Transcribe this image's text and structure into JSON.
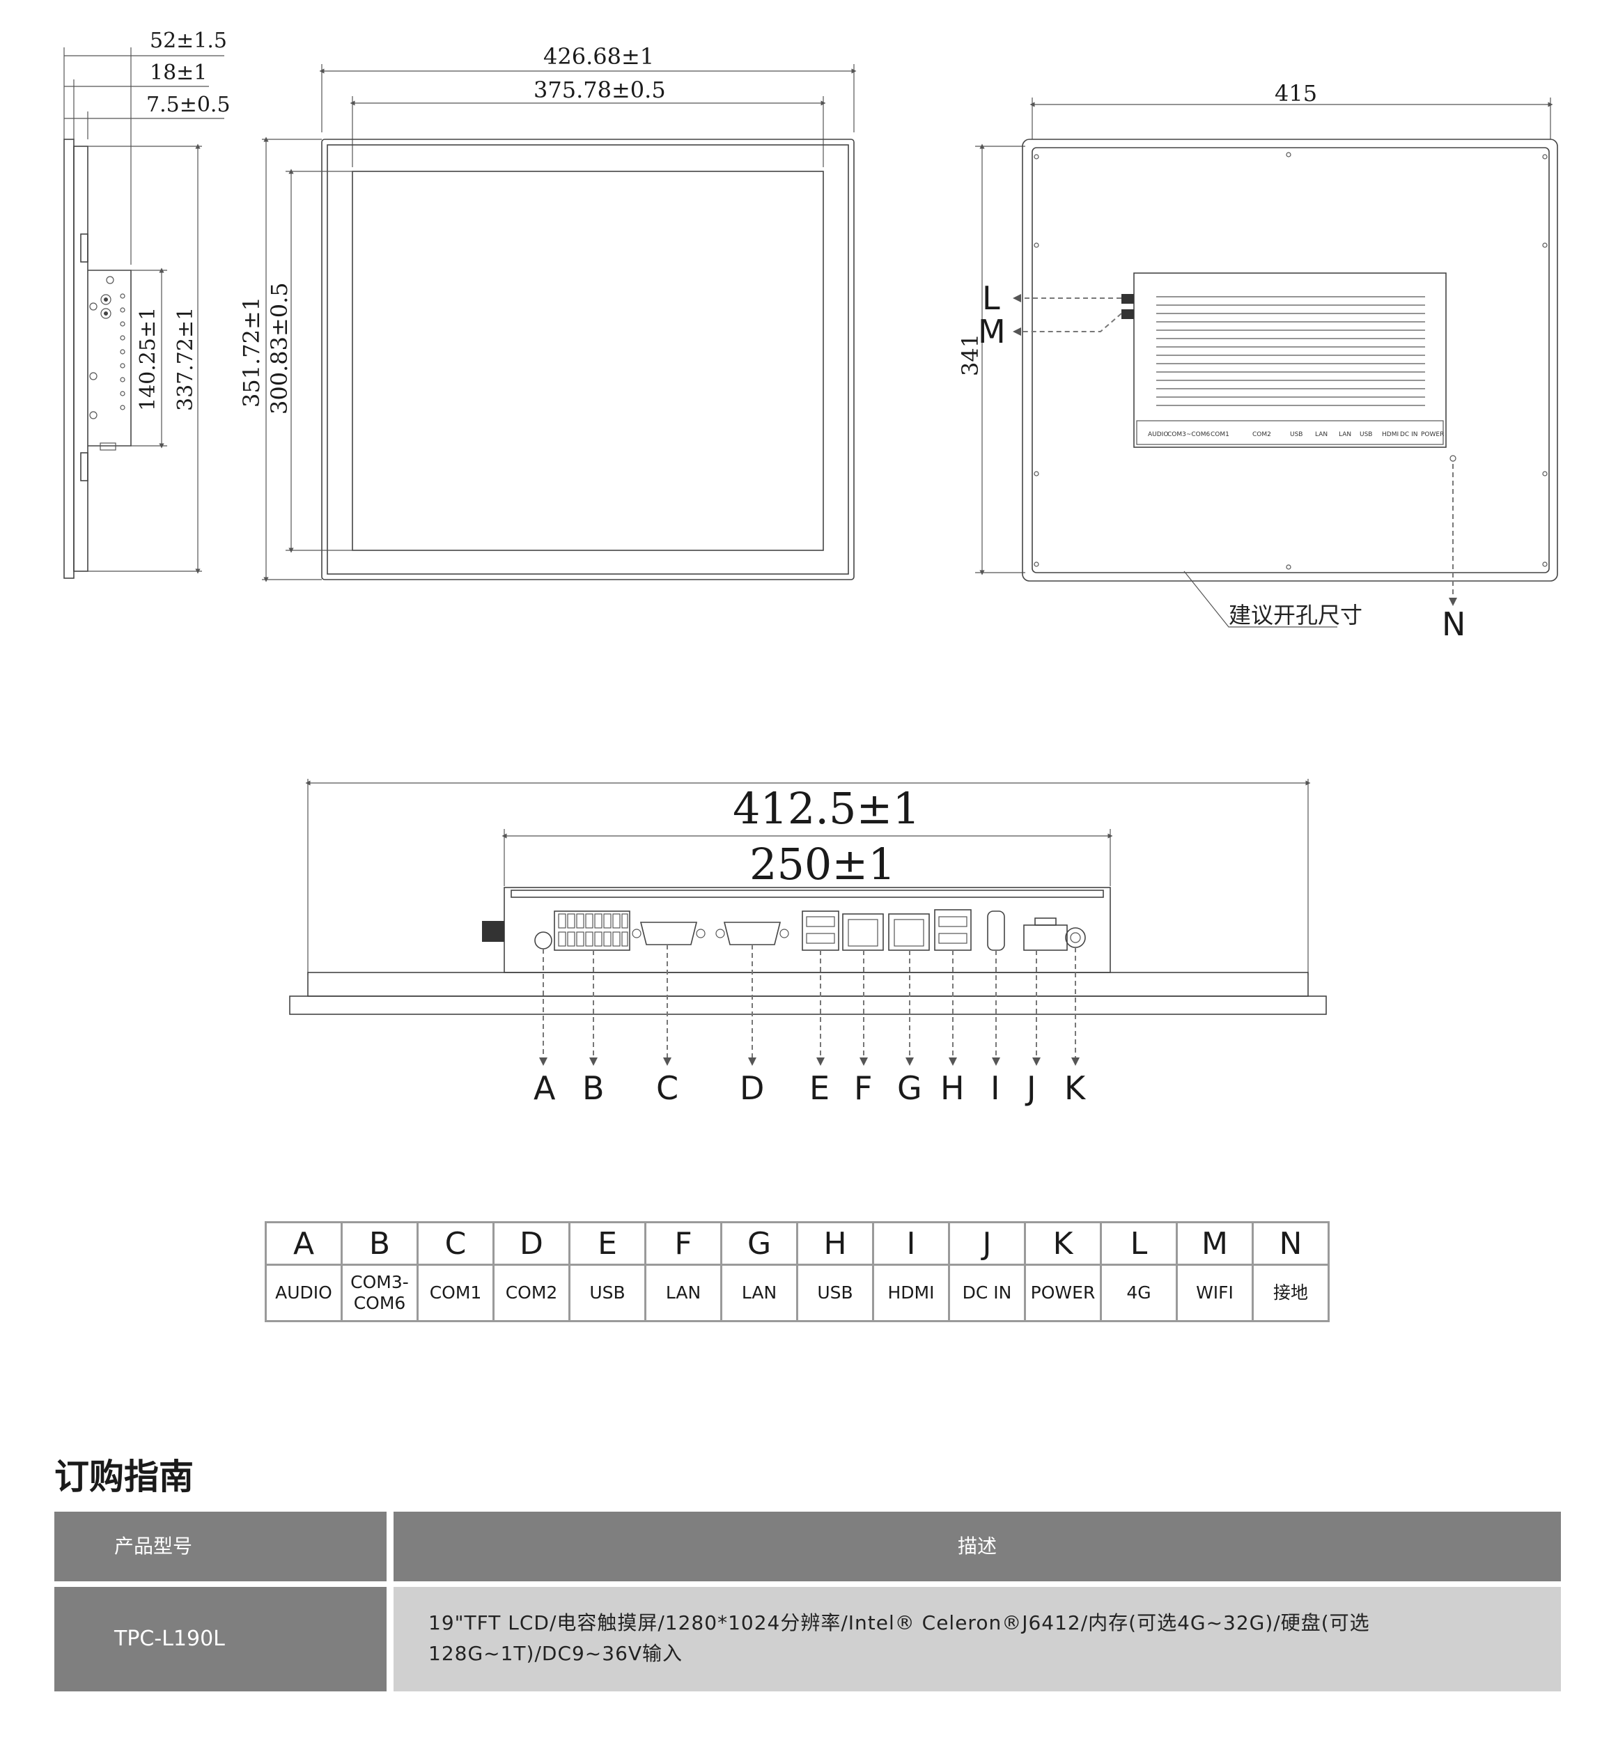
{
  "dims": {
    "side_depth": "52±1.5",
    "side_mid": "18±1",
    "side_front": "7.5±0.5",
    "side_h1": "140.25±1",
    "side_h2": "337.72±1",
    "front_w_outer": "426.68±1",
    "front_w_inner": "375.78±0.5",
    "front_h_outer": "351.72±1",
    "front_h_inner": "300.83±0.5",
    "back_w": "415",
    "back_h": "341",
    "cutout_note": "建议开孔尺寸",
    "bottom_w_outer": "412.5±1",
    "bottom_w_inner": "250±1"
  },
  "back_labels": {
    "l": "L",
    "m": "M",
    "n": "N",
    "ports": [
      "AUDIO",
      "COM3~COM6",
      "COM1",
      "COM2",
      "USB",
      "LAN",
      "LAN",
      "USB",
      "HDMI",
      "DC IN",
      "POWER"
    ]
  },
  "callouts": [
    "A",
    "B",
    "C",
    "D",
    "E",
    "F",
    "G",
    "H",
    "I",
    "J",
    "K"
  ],
  "port_table": {
    "letters": [
      "A",
      "B",
      "C",
      "D",
      "E",
      "F",
      "G",
      "H",
      "I",
      "J",
      "K",
      "L",
      "M",
      "N"
    ],
    "names": [
      "AUDIO",
      "COM3-\nCOM6",
      "COM1",
      "COM2",
      "USB",
      "LAN",
      "LAN",
      "USB",
      "HDMI",
      "DC IN",
      "POWER",
      "4G",
      "WIFI",
      "接地"
    ]
  },
  "ordering": {
    "title": "订购指南",
    "header_model": "产品型号",
    "header_desc": "描述",
    "model": "TPC-L190L",
    "desc": "19\"TFT LCD/电容触摸屏/1280*1024分辨率/Intel® Celeron®J6412/内存(可选4G~32G)/硬盘(可选128G~1T)/DC9~36V输入"
  }
}
